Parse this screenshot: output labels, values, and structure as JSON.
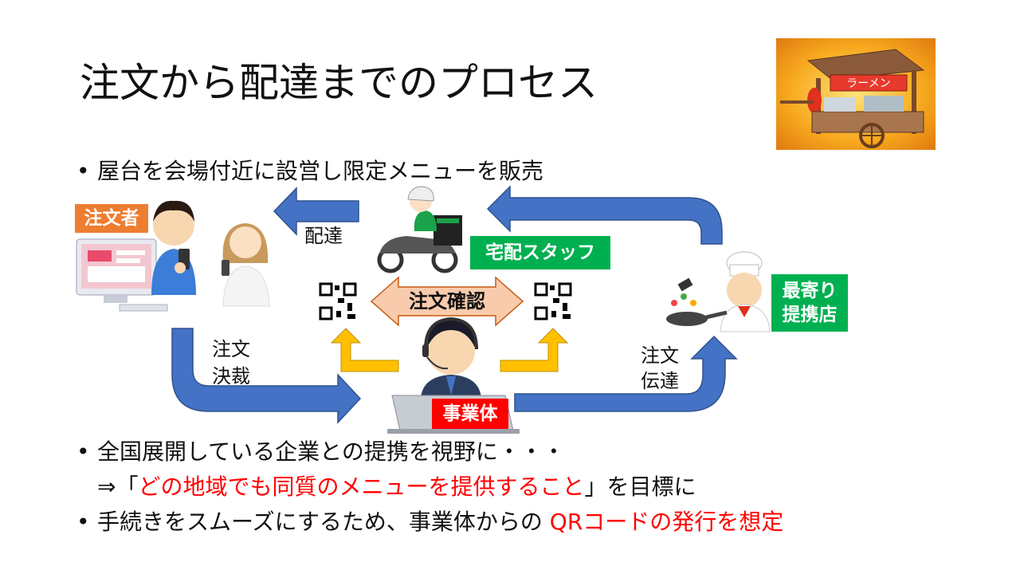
{
  "title": "注文から配達までのプロセス",
  "bullets": {
    "b1": "屋台を会場付近に設営し限定メニューを販売",
    "b2": "全国展開している企業との提携を視野に・・・",
    "b3_prefix": "⇒「",
    "b3_red": "どの地域でも同質のメニューを提供すること",
    "b3_suffix": "」を目標に",
    "b4_prefix": "手続きをスムーズにするため、事業体からの ",
    "b4_red": "QRコードの発行を想定"
  },
  "bullet_char": "•",
  "tags": {
    "customer": "注文者",
    "delivery_staff": "宅配スタッフ",
    "store_line1": "最寄り",
    "store_line2": "提携店",
    "business": "事業体",
    "order_confirm": "注文確認"
  },
  "flow_labels": {
    "delivery": "配達",
    "payment_line1": "注文",
    "payment_line2": "決裁",
    "transmit_line1": "注文",
    "transmit_line2": "伝達"
  },
  "stall_sign": "ラーメン",
  "colors": {
    "arrow_blue": "#4472c4",
    "arrow_yellow": "#ffc000",
    "tag_orange": "#ed7d31",
    "tag_green": "#00b050",
    "tag_red": "#ff0000",
    "confirm_fill": "#f8cbad"
  }
}
